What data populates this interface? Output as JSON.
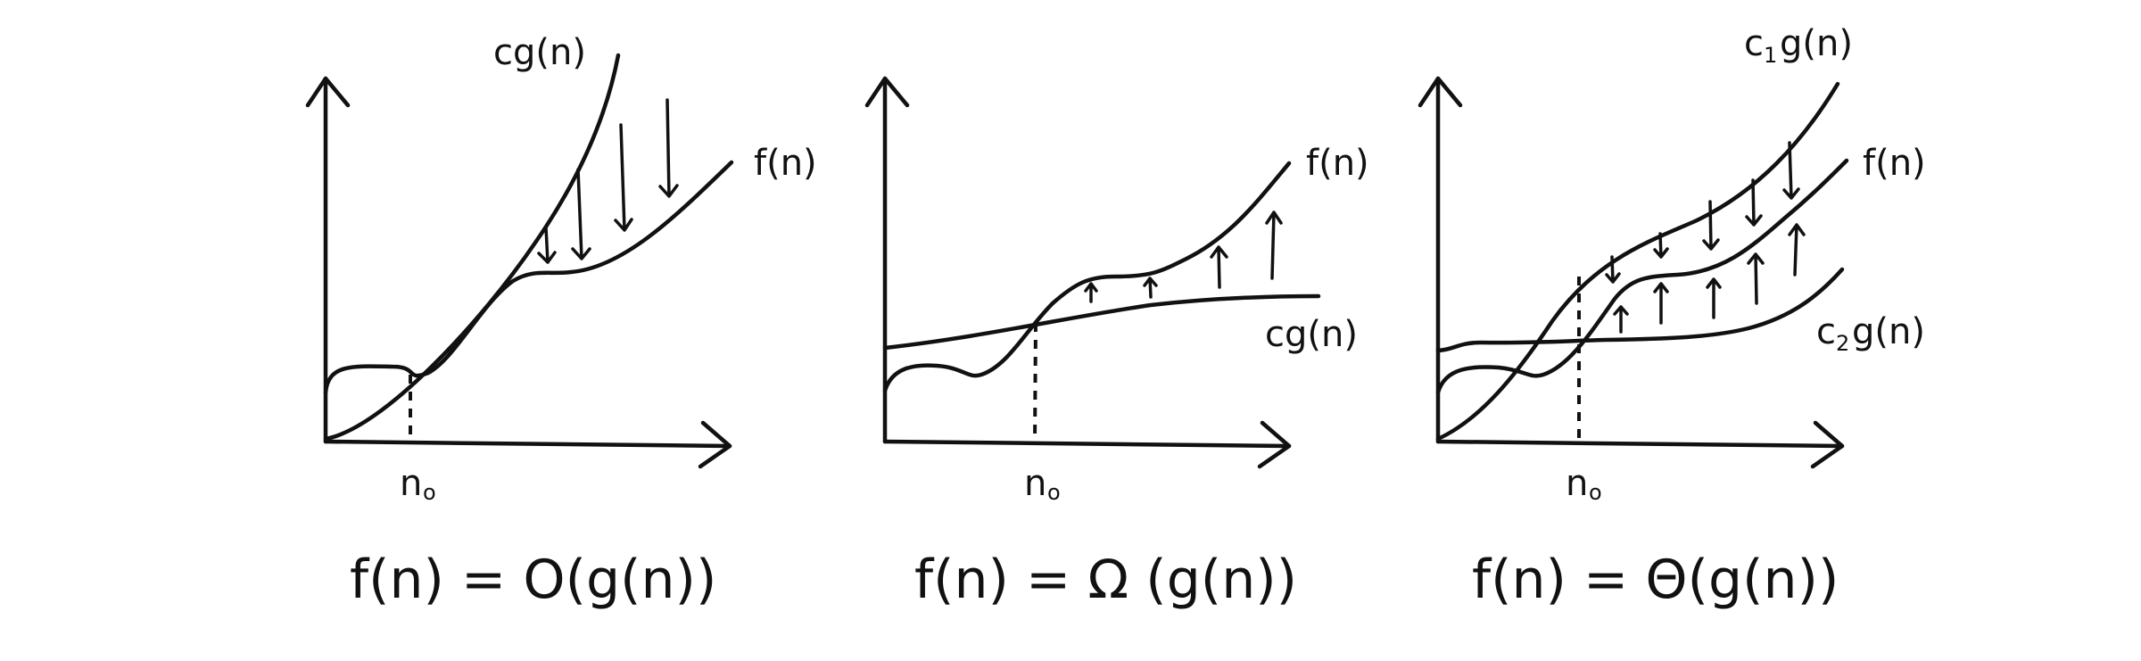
{
  "panels": [
    {
      "id": "big-o",
      "upper_label": "cg(n)",
      "f_label": "f(n)",
      "n0_label": "n",
      "n0_sub": "o",
      "caption": "f(n) = O(g(n))"
    },
    {
      "id": "big-omega",
      "f_label": "f(n)",
      "lower_label": "cg(n)",
      "n0_label": "n",
      "n0_sub": "o",
      "caption": "f(n) = Ω (g(n))"
    },
    {
      "id": "big-theta",
      "upper_label_c": "c",
      "upper_label_sub": "1",
      "upper_label_g": "g(n)",
      "f_label": "f(n)",
      "lower_label_c": "c",
      "lower_label_sub": "2",
      "lower_label_g": "g(n)",
      "n0_label": "n",
      "n0_sub": "o",
      "caption": "f(n) = Θ(g(n))"
    }
  ],
  "colors": {
    "ink": "#111111",
    "background": "#ffffff"
  }
}
